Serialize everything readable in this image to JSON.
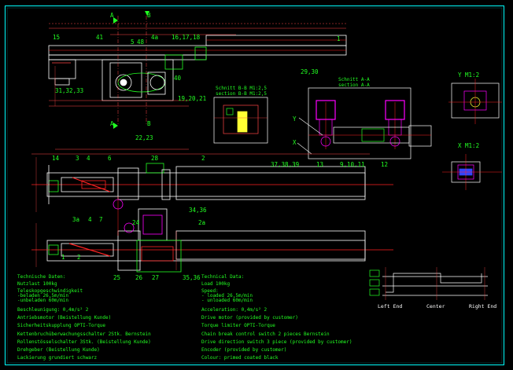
{
  "colors": {
    "background": "#000000",
    "border": "#00ffff",
    "outline": "#ffffff",
    "label": "#22ff22",
    "dimension": "#ff4444",
    "centerline": "#ff2222",
    "detail": "#ff00ff",
    "yellow": "#ffff33",
    "blue": "#3344ff"
  },
  "part_labels": {
    "top": [
      "15",
      "41",
      "5",
      "48",
      "4a",
      "16,17,18",
      "1",
      "40",
      "31,32,33",
      "19,20,21",
      "29,30",
      "22,23"
    ],
    "middle": [
      "14",
      "3",
      "4",
      "6",
      "28",
      "2",
      "34,36"
    ],
    "bottom": [
      "3a",
      "4",
      "7",
      "1",
      "2",
      "24",
      "2a",
      "25",
      "26",
      "27",
      "35,36"
    ],
    "section_right": [
      "37,38,39",
      "13",
      "9,10,11",
      "12"
    ]
  },
  "section_marks": {
    "a_top": "A",
    "b_top": "B",
    "a_bottom": "A",
    "b_bottom": "B"
  },
  "view_titles": {
    "section_aa_line1": "Schnitt A-A",
    "section_aa_line2": "section A-A",
    "section_bb_line1": "Schnitt B-B  M1:2,5",
    "section_bb_line2": "section B-B  M1:2,5",
    "view_y": "Y  M1:2",
    "view_x": "X  M1:2",
    "small_y": "Y",
    "small_x": "X"
  },
  "notes_german": [
    "Technische Daten:",
    "Nutzlast 100kg",
    "Teleskopgeschwindigkeit",
    " -beladen 26,5m/min",
    " -unbeladen 60m/min",
    "Beschleunigung: 0,4m/s² 2",
    "Antriebsmotor (Beistellung Kunde)",
    "Sicherheitskupplung OPTI-Torque",
    "Kettenbruchüberwachungsschalter 2Stk. Bernstein",
    "Rollenstösselschalter 3Stk. (Beistellung Kunde)",
    "Drehgeber (Beistellung Kunde)",
    "Lackierung grundiert schwarz"
  ],
  "notes_english": [
    "Technical Data:",
    "Load 100kg",
    "Speed:",
    " - loaded    26,5m/min",
    " - unloaded  60m/min",
    "Acceleration: 0,4m/s² 2",
    "Drive motor  (provided by customer)",
    "Torque limiter OPTI-Torque",
    "Chain break control switch 2 pieces Bernstein",
    "Drive direction switch 3 piece (provided by customer)",
    "Encoder (provided by customer)",
    "Colour: primed coated black"
  ],
  "timing_chart": {
    "labels": [
      "Left End",
      "Center",
      "Right End"
    ]
  }
}
